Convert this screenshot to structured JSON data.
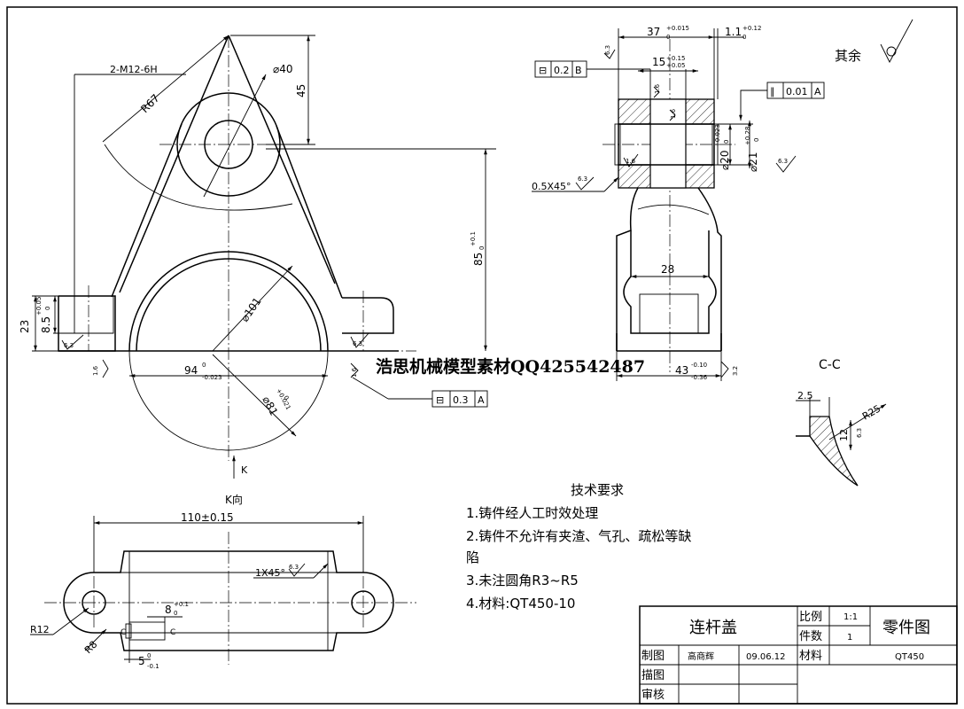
{
  "front_view": {
    "thread": "2-M12-6H",
    "radius_r67": "R67",
    "dia_40": "⌀40",
    "dim_45": "45",
    "dim_85": "85",
    "dim_85_tol": "+0.1",
    "dim_85_tol_low": "0",
    "dim_23": "23",
    "dim_8_5": "8.5",
    "dim_8_5_tol": "+0.05",
    "dim_8_5_tol_low": "0",
    "dia_101": "⌀101",
    "dim_94": "94",
    "dim_94_tol_up": "0",
    "dim_94_tol_low": "-0.023",
    "dia_81": "⌀81",
    "dia_81_tol": "+0.021",
    "dia_81_tol_low": "0",
    "rough_6_3": "6.3",
    "rough_1_6": "1.6",
    "flatness_value": "0.3",
    "flatness_datum": "A",
    "k_arrow": "K"
  },
  "side_view": {
    "dim_37": "37",
    "dim_37_tol": "+0.015",
    "dim_37_tol_low": "0",
    "dim_1_1": "1.1",
    "dim_1_1_tol": "+0.12",
    "dim_1_1_tol_low": "0",
    "dim_15": "15",
    "dim_15_tol_up": "+0.15",
    "dim_15_tol_low": "+0.05",
    "sym_value": "0.2",
    "sym_datum": "B",
    "par_value": "0.01",
    "par_datum": "A",
    "dia_20": "⌀20",
    "dia_20_tol": "+0.023",
    "dia_20_tol_low": "0",
    "dia_21": "⌀21",
    "dia_21_tol": "+0.28",
    "dia_21_tol_low": "0",
    "chamfer": "0.5X45°",
    "dim_28": "28",
    "dim_43": "43",
    "dim_43_tol_up": "-0.10",
    "dim_43_tol_low": "-0.36",
    "rough_3_2": "3.2",
    "rough_6_3": "6.3",
    "rough_1_6": "1.6"
  },
  "section_cc": {
    "label": "C-C",
    "dim_2_5": "2.5",
    "radius_r25": "R25",
    "dim_12": "12",
    "rough": "6.3"
  },
  "k_view": {
    "label": "K向",
    "dim_110": "110±0.15",
    "chamfer": "1X45°",
    "rough": "6.3",
    "dim_8": "8",
    "dim_8_tol": "+0.1",
    "dim_8_tol_low": "0",
    "dim_5": "5",
    "dim_5_tol_up": "0",
    "dim_5_tol_low": "-0.1",
    "radius_r12": "R12",
    "radius_r8": "R8",
    "c_mark": "C"
  },
  "rest_surface": "其余",
  "watermark": "浩思机械模型素材QQ425542487",
  "tech_req": {
    "title": "技术要求",
    "items": [
      "1.铸件经人工时效处理",
      "2.铸件不允许有夹渣、气孔、疏松等缺",
      "陷",
      "3.未注圆角R3~R5",
      "4.材料:QT450-10"
    ]
  },
  "title_block": {
    "part_name": "连杆盖",
    "scale_label": "比例",
    "scale_value": "1:1",
    "qty_label": "件数",
    "qty_value": "1",
    "material_label": "材料",
    "drawing_type": "零件图",
    "material_value": "QT450",
    "drawn_label": "制图",
    "drawn_by": "高商辉",
    "drawn_date": "09.06.12",
    "traced_label": "描图",
    "checked_label": "审核"
  }
}
